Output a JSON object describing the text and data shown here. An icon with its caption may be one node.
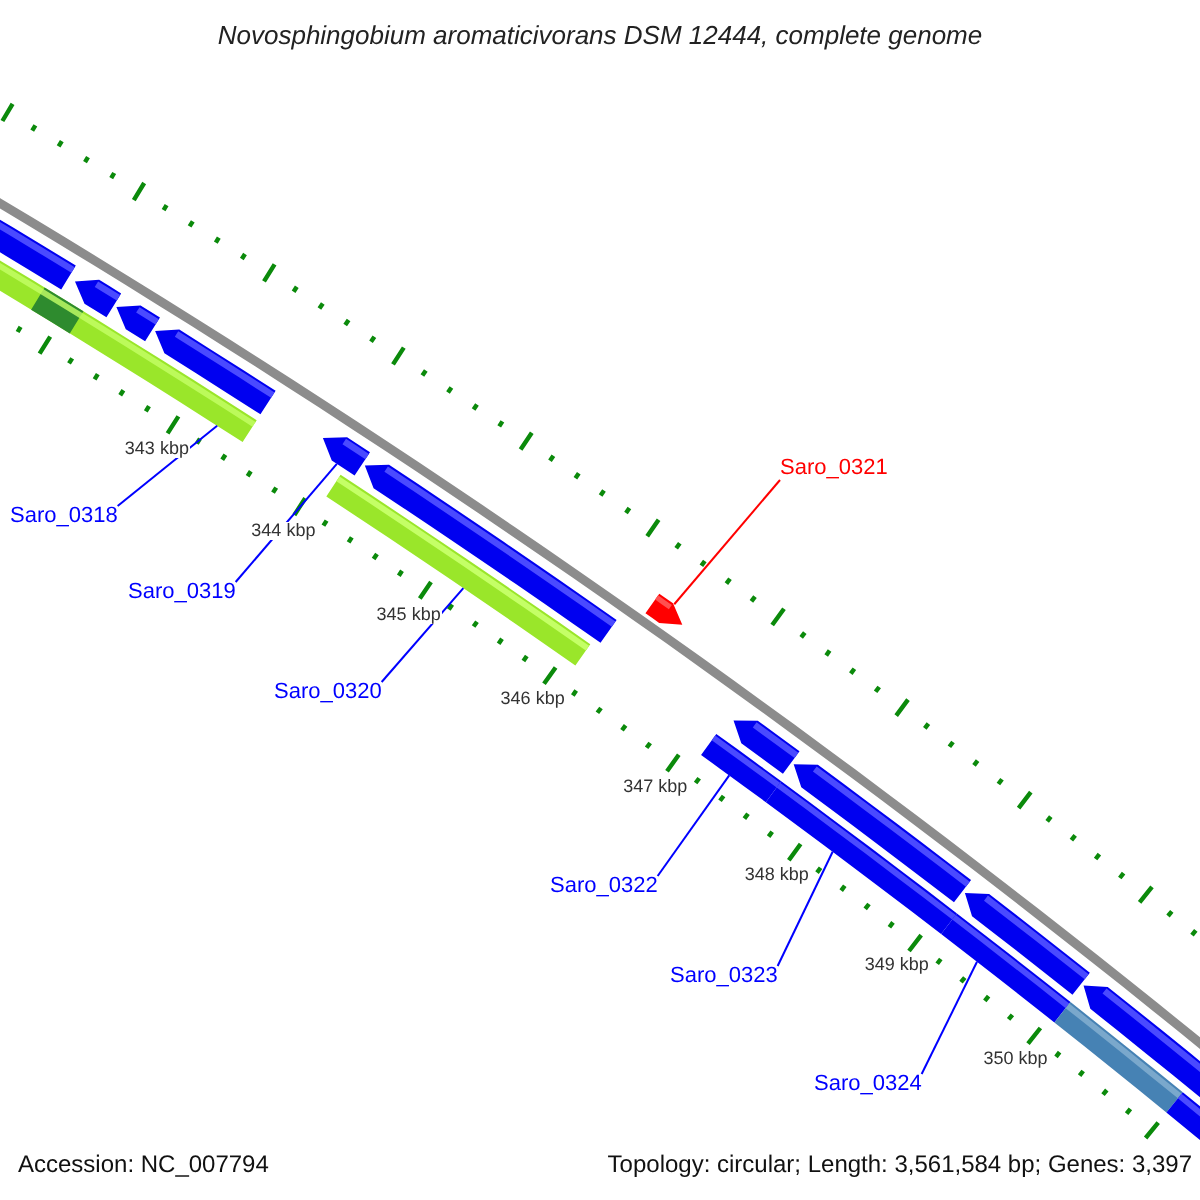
{
  "diagram": {
    "title": "Novosphingobium aromaticivorans DSM 12444, complete genome",
    "nodes": [
      {
        "text": [
          "Saro_0318"
        ]
      },
      {
        "text": [
          "Saro_0319"
        ]
      },
      {
        "text": [
          "Saro_0320"
        ]
      },
      {
        "text": [
          "Saro_0321"
        ]
      },
      {
        "text": [
          "Saro_0322"
        ]
      },
      {
        "text": [
          "Saro_0323"
        ]
      },
      {
        "text": [
          "Saro_0324"
        ]
      },
      {
        "text": [],
        "shape": "bar"
      },
      {
        "text": [],
        "shape": "arrow"
      },
      {
        "text": [],
        "shape": "bar"
      },
      {
        "text": [],
        "shape": "arrow"
      },
      {
        "text": [],
        "shape": "bar"
      },
      {
        "text": [],
        "shape": "bar"
      },
      {
        "text": [],
        "shape": "bar"
      }
    ],
    "edges": [
      {
        "from": 0,
        "to": 7,
        "arrow": "none"
      },
      {
        "from": 1,
        "to": 8,
        "arrow": "none"
      },
      {
        "from": 2,
        "to": 9,
        "arrow": "none"
      },
      {
        "from": 3,
        "to": 10,
        "arrow": "none",
        "color": "#ff0000"
      },
      {
        "from": 4,
        "to": 11,
        "arrow": "none"
      },
      {
        "from": 5,
        "to": 12,
        "arrow": "none"
      },
      {
        "from": 6,
        "to": 13,
        "arrow": "none"
      }
    ],
    "labels": [
      "343 kbp",
      "344 kbp",
      "345 kbp",
      "346 kbp",
      "347 kbp",
      "348 kbp",
      "349 kbp",
      "350 kbp",
      "Accession: NC_007794",
      "Topology: circular; Length: 3,561,584 bp; Genes: 3,397"
    ]
  }
}
